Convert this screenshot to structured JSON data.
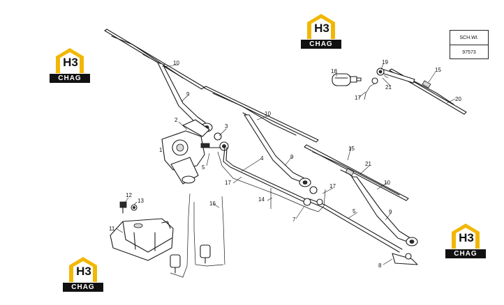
{
  "reference": {
    "code": "SCH.WI.",
    "number": "97573"
  },
  "logo": {
    "letters": "H3",
    "word": "CHAG"
  },
  "callouts": {
    "c1": "1",
    "c2": "2",
    "c3": "3",
    "c4": "4",
    "c5a": "5",
    "c5b": "5",
    "c7": "7",
    "c8": "8",
    "c9a": "9",
    "c9b": "9",
    "c9c": "9",
    "c10a": "10",
    "c10b": "10",
    "c10c": "10",
    "c11": "11",
    "c12": "12",
    "c13": "13",
    "c14": "14",
    "c15a": "15",
    "c15b": "15",
    "c16": "16",
    "c17a": "17",
    "c17b": "17",
    "c17c": "17",
    "c18": "18",
    "c19": "19",
    "c20": "20",
    "c21a": "21",
    "c21b": "21"
  }
}
